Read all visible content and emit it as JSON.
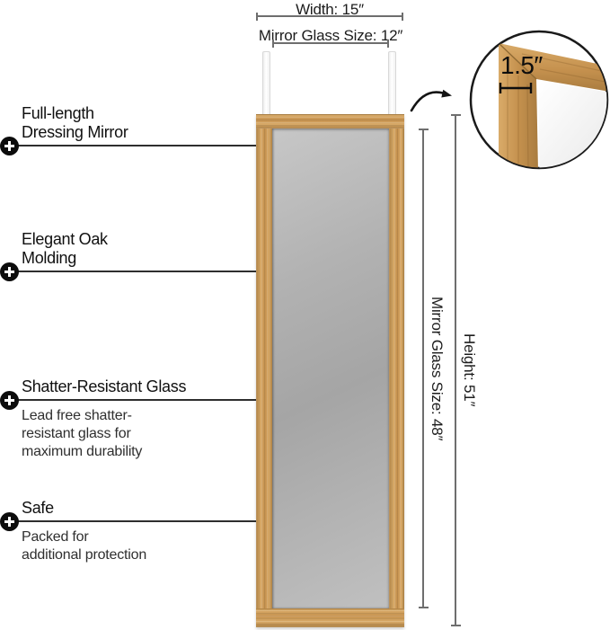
{
  "dimensions": {
    "width_label": "Width: 15″",
    "glass_width_label": "Mirror Glass Size: 12″",
    "glass_height_label": "Mirror Glass Size: 48″",
    "height_label": "Height: 51″",
    "frame_depth_label": "1.5″"
  },
  "callouts": [
    {
      "title": "Full-length\nDressing Mirror",
      "description": ""
    },
    {
      "title": "Elegant Oak\nMolding",
      "description": ""
    },
    {
      "title": "Shatter-Resistant Glass",
      "description": "Lead free shatter-\nresistant glass for\nmaximum durability"
    },
    {
      "title": "Safe",
      "description": "Packed for\nadditional protection"
    }
  ],
  "colors": {
    "wood": "#c5914e",
    "wood-dark": "#a97c3f",
    "wood-light": "#d9ab69",
    "wood-edge": "#8f6a34",
    "glass-a": "#c7c7c7",
    "glass-b": "#a5a5a5",
    "glass-c": "#c0c0c0",
    "dim-line": "#6e6e6e",
    "callout-line": "#2e2e2e",
    "ink": "#141414"
  }
}
